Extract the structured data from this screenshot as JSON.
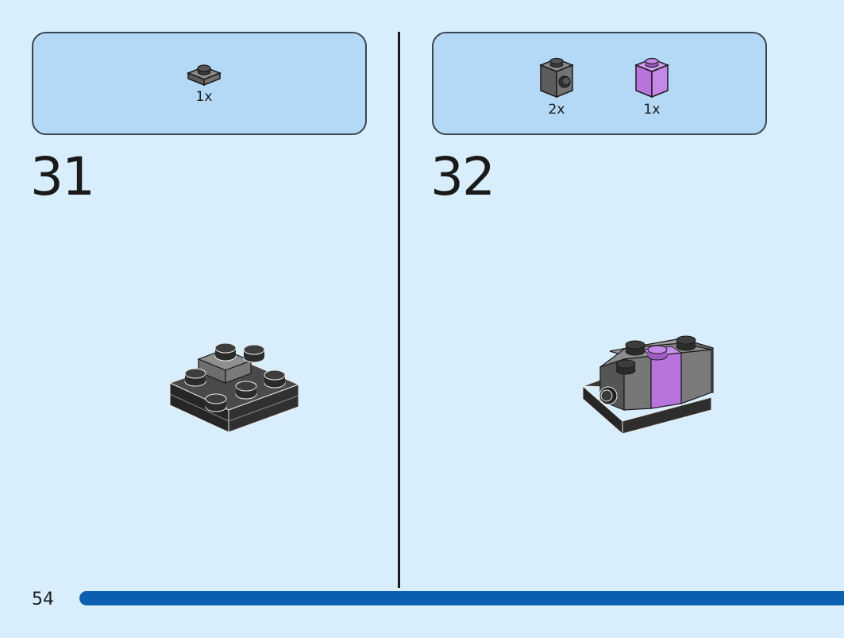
{
  "steps": [
    {
      "number": "31",
      "parts": [
        {
          "icon": "dark-gray-1x1-plate-icon",
          "qty": "1x",
          "color": "#6e6e6e"
        }
      ]
    },
    {
      "number": "32",
      "parts": [
        {
          "icon": "dark-gray-1x1-brick-with-side-stud-icon",
          "qty": "2x",
          "color": "#6e6e6e"
        },
        {
          "icon": "lavender-1x1-brick-icon",
          "qty": "1x",
          "color": "#b873dd"
        }
      ]
    }
  ],
  "page": {
    "number": "54",
    "background": "#d9eefc",
    "parts_box_color": "#b4d9f6",
    "accent": "#0a5fb0"
  },
  "progress": {
    "fraction": 1.0
  }
}
